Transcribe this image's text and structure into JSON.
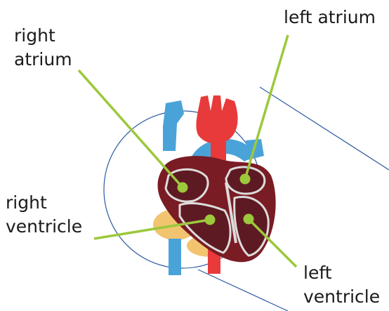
{
  "labels": {
    "right_atrium": [
      "right",
      "atrium"
    ],
    "left_atrium": [
      "left atrium"
    ],
    "right_ventricle": [
      "right",
      "ventricle"
    ],
    "left_ventricle": [
      "left",
      "ventricle"
    ]
  },
  "colors": {
    "leader_line": "#9cc83c",
    "outline": "#2c5aa0",
    "vein_blue": "#4aa3d8",
    "artery_red": "#e83a3a",
    "muscle_dark": "#7a1c24",
    "chamber": "#5e1a22",
    "fat_yellow": "#f2c470",
    "septum": "#dcdcdc"
  }
}
